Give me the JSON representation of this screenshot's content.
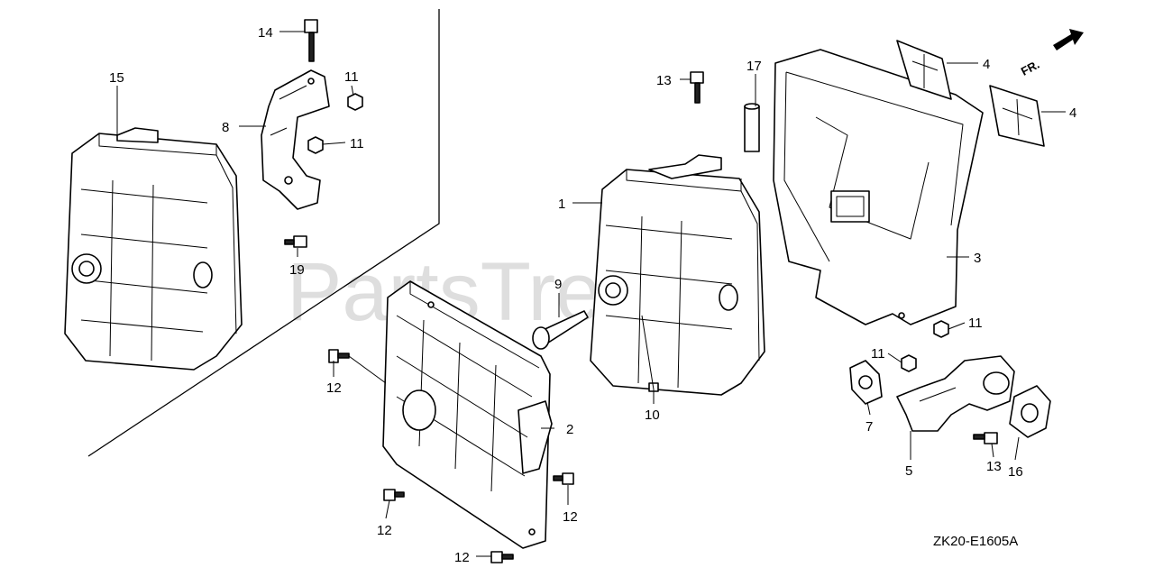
{
  "watermark": "PartsTree",
  "diagram_code": "ZK20-E1605A",
  "front_label": "FR.",
  "callouts": [
    {
      "id": "c14",
      "label": "14"
    },
    {
      "id": "c15",
      "label": "15"
    },
    {
      "id": "c11a",
      "label": "11"
    },
    {
      "id": "c8",
      "label": "8"
    },
    {
      "id": "c11b",
      "label": "11"
    },
    {
      "id": "c19",
      "label": "19"
    },
    {
      "id": "c12a",
      "label": "12"
    },
    {
      "id": "c12b",
      "label": "12"
    },
    {
      "id": "c12c",
      "label": "12"
    },
    {
      "id": "c12d",
      "label": "12"
    },
    {
      "id": "c2",
      "label": "2"
    },
    {
      "id": "c9",
      "label": "9"
    },
    {
      "id": "c13a",
      "label": "13"
    },
    {
      "id": "c17",
      "label": "17"
    },
    {
      "id": "c1",
      "label": "1"
    },
    {
      "id": "c10",
      "label": "10"
    },
    {
      "id": "c4a",
      "label": "4"
    },
    {
      "id": "c4b",
      "label": "4"
    },
    {
      "id": "c3",
      "label": "3"
    },
    {
      "id": "c11c",
      "label": "11"
    },
    {
      "id": "c11d",
      "label": "11"
    },
    {
      "id": "c7",
      "label": "7"
    },
    {
      "id": "c5",
      "label": "5"
    },
    {
      "id": "c13b",
      "label": "13"
    },
    {
      "id": "c16",
      "label": "16"
    }
  ]
}
